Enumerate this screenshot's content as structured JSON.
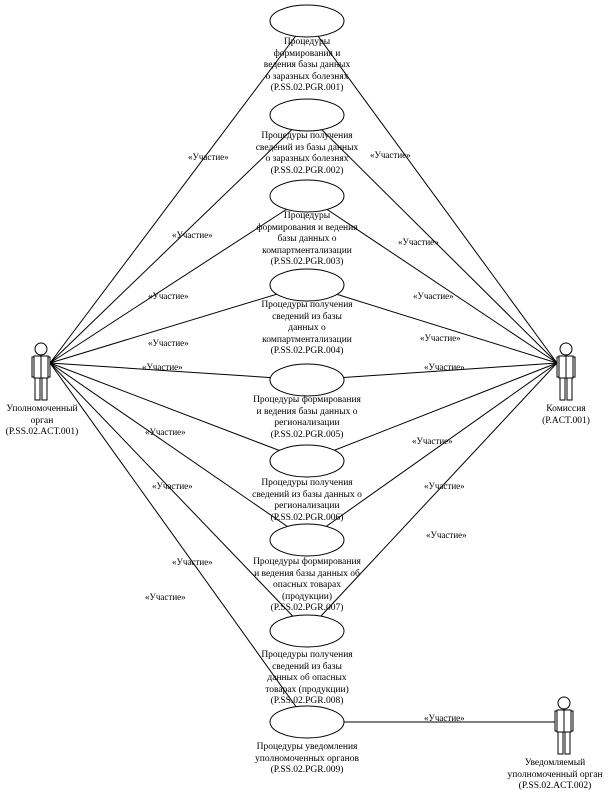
{
  "relation_label": "«Участие»",
  "actors": {
    "left": {
      "lines": [
        "Уполномоченный",
        "орган",
        "(P.SS.02.ACT.001)"
      ]
    },
    "right": {
      "lines": [
        "Комиссия",
        "(P.ACT.001)"
      ]
    },
    "bottom": {
      "lines": [
        "Уведомляемый",
        "уполномоченный орган",
        "(P.SS.02.ACT.002)"
      ]
    }
  },
  "use_cases": [
    {
      "id": "uc1",
      "lines": [
        "Процедуры",
        "формирования и",
        "ведения базы данных",
        "о заразных болезнях",
        "(P.SS.02.PGR.001)"
      ]
    },
    {
      "id": "uc2",
      "lines": [
        "Процедуры получения",
        "сведений из базы данных",
        "о заразных болезнях",
        "(P.SS.02.PGR.002)"
      ]
    },
    {
      "id": "uc3",
      "lines": [
        "Процедуры",
        "формирования и ведения",
        "базы данных о",
        "компартментализации",
        "(P.SS.02.PGR.003)"
      ]
    },
    {
      "id": "uc4",
      "lines": [
        "Процедуры получения",
        "сведений из базы",
        "данных о",
        "компартментализации",
        "(P.SS.02.PGR.004)"
      ]
    },
    {
      "id": "uc5",
      "lines": [
        "Процедуры формирования",
        "и ведения базы данных о",
        "регионализации",
        "(P.SS.02.PGR.005)"
      ]
    },
    {
      "id": "uc6",
      "lines": [
        "Процедуры получения",
        "сведений из базы данных о",
        "регионализации",
        "(P.SS.02.PGR.006)"
      ]
    },
    {
      "id": "uc7",
      "lines": [
        "Процедуры формирования",
        "и ведения базы данных об",
        "опасных товарах",
        "(продукции)",
        "(P.SS.02.PGR.007)"
      ]
    },
    {
      "id": "uc8",
      "lines": [
        "Процедуры получения",
        "сведений из базы",
        "данных об опасных",
        "товарах (продукции)",
        "(P.SS.02.PGR.008)"
      ]
    },
    {
      "id": "uc9",
      "lines": [
        "Процедуры уведомления",
        "уполномоченных органов",
        "(P.SS.02.PGR.009)"
      ]
    }
  ]
}
